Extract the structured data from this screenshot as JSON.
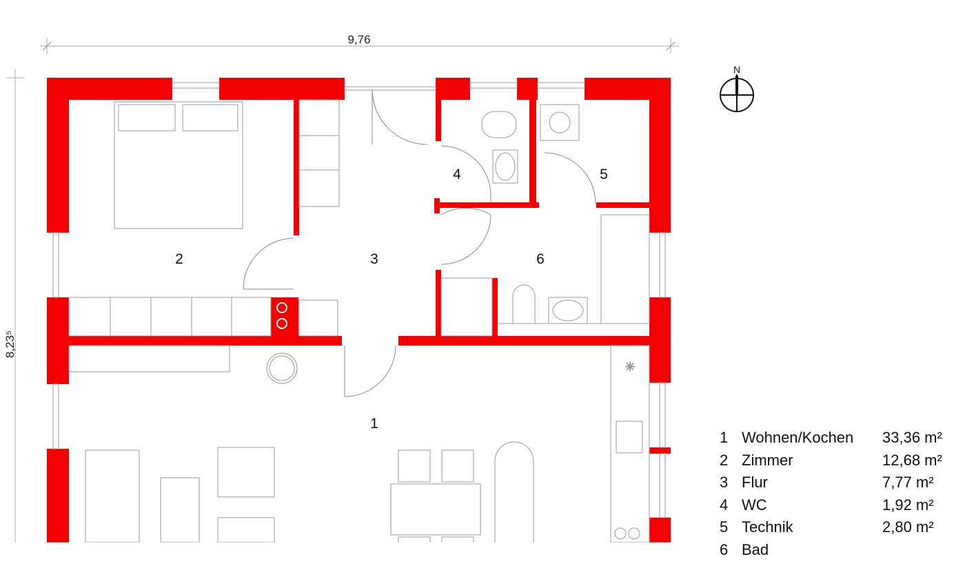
{
  "dimensions": {
    "width": "9,76",
    "height": "8,23⁵"
  },
  "compass": {
    "label": "N"
  },
  "room_labels": [
    "1",
    "2",
    "3",
    "4",
    "5",
    "6"
  ],
  "legend": [
    {
      "num": "1",
      "name": "Wohnen/Kochen",
      "area": "33,36 m²"
    },
    {
      "num": "2",
      "name": "Zimmer",
      "area": "12,68 m²"
    },
    {
      "num": "3",
      "name": "Flur",
      "area": "7,77 m²"
    },
    {
      "num": "4",
      "name": "WC",
      "area": "1,92 m²"
    },
    {
      "num": "5",
      "name": "Technik",
      "area": "2,80 m²"
    },
    {
      "num": "6",
      "name": "Bad",
      "area": ""
    }
  ],
  "colors": {
    "wall": "#f50000"
  }
}
